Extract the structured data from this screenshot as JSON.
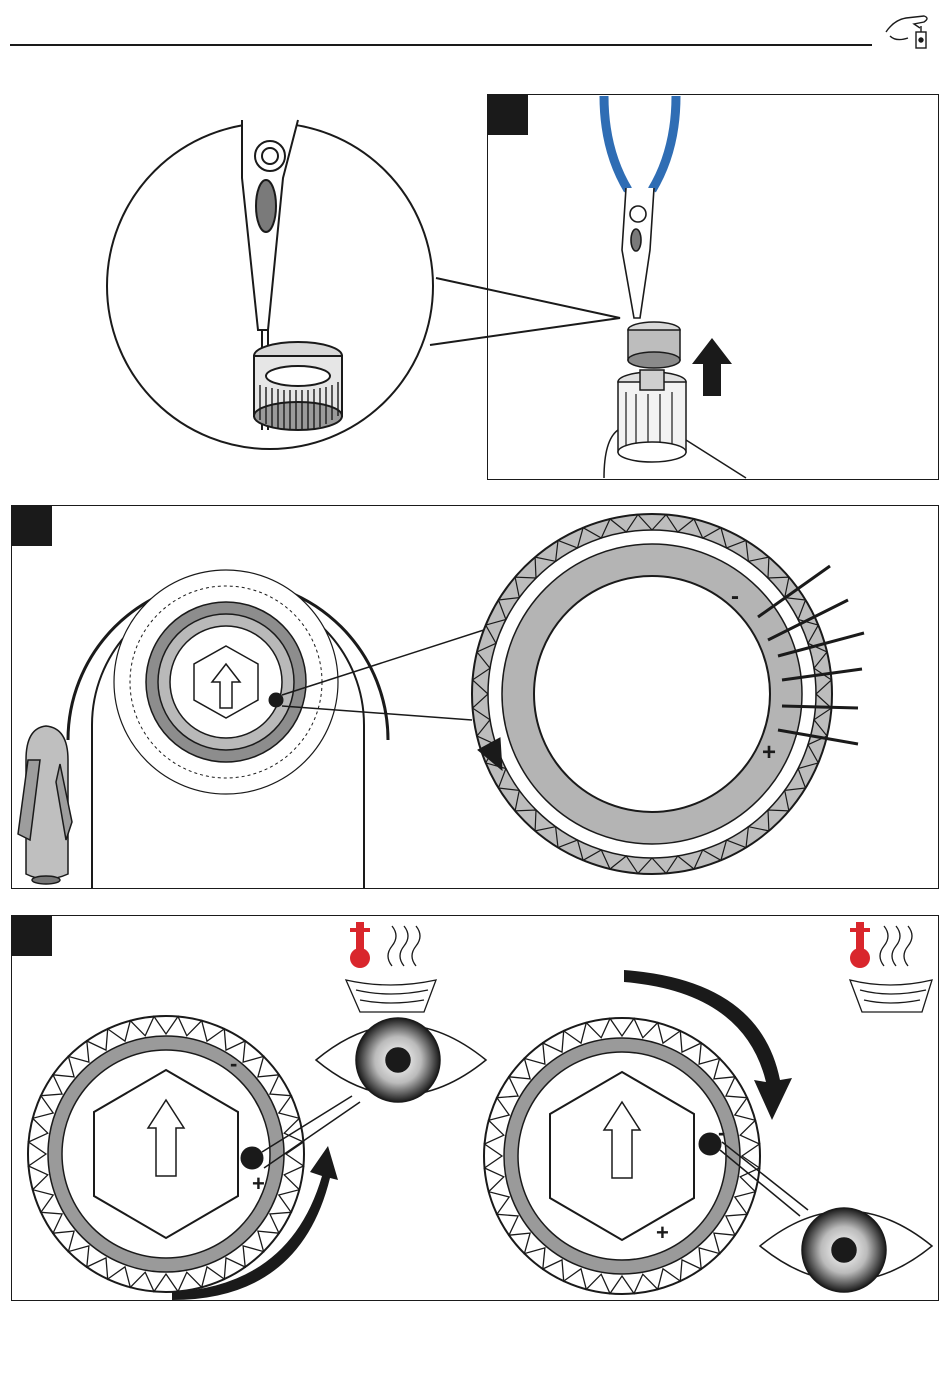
{
  "header": {
    "icon": "hand-tool-service-icon"
  },
  "panels": [
    {
      "id": "remove-ring",
      "step_marker": "",
      "icons": [
        "pliers-icon",
        "adjustment-ring-icon",
        "lift-up-arrow-icon",
        "magnifier-circle"
      ]
    },
    {
      "id": "ring-scale",
      "step_marker": "",
      "icons": [
        "mixer-body",
        "adjustment-ring-zoom",
        "scale-lines"
      ]
    },
    {
      "id": "temperature-adjust",
      "step_marker": "",
      "icons": [
        "thermometer-hot-icon",
        "steam-basin-icon",
        "eye-icon",
        "rotate-arrow-icon"
      ]
    }
  ],
  "scale": {
    "minus": "-",
    "plus": "+"
  },
  "colors": {
    "ink": "#1a1a1a",
    "ring_gray": "#b4b4b4",
    "plier_blue": "#2f6db4",
    "hot_red": "#d9262c"
  }
}
